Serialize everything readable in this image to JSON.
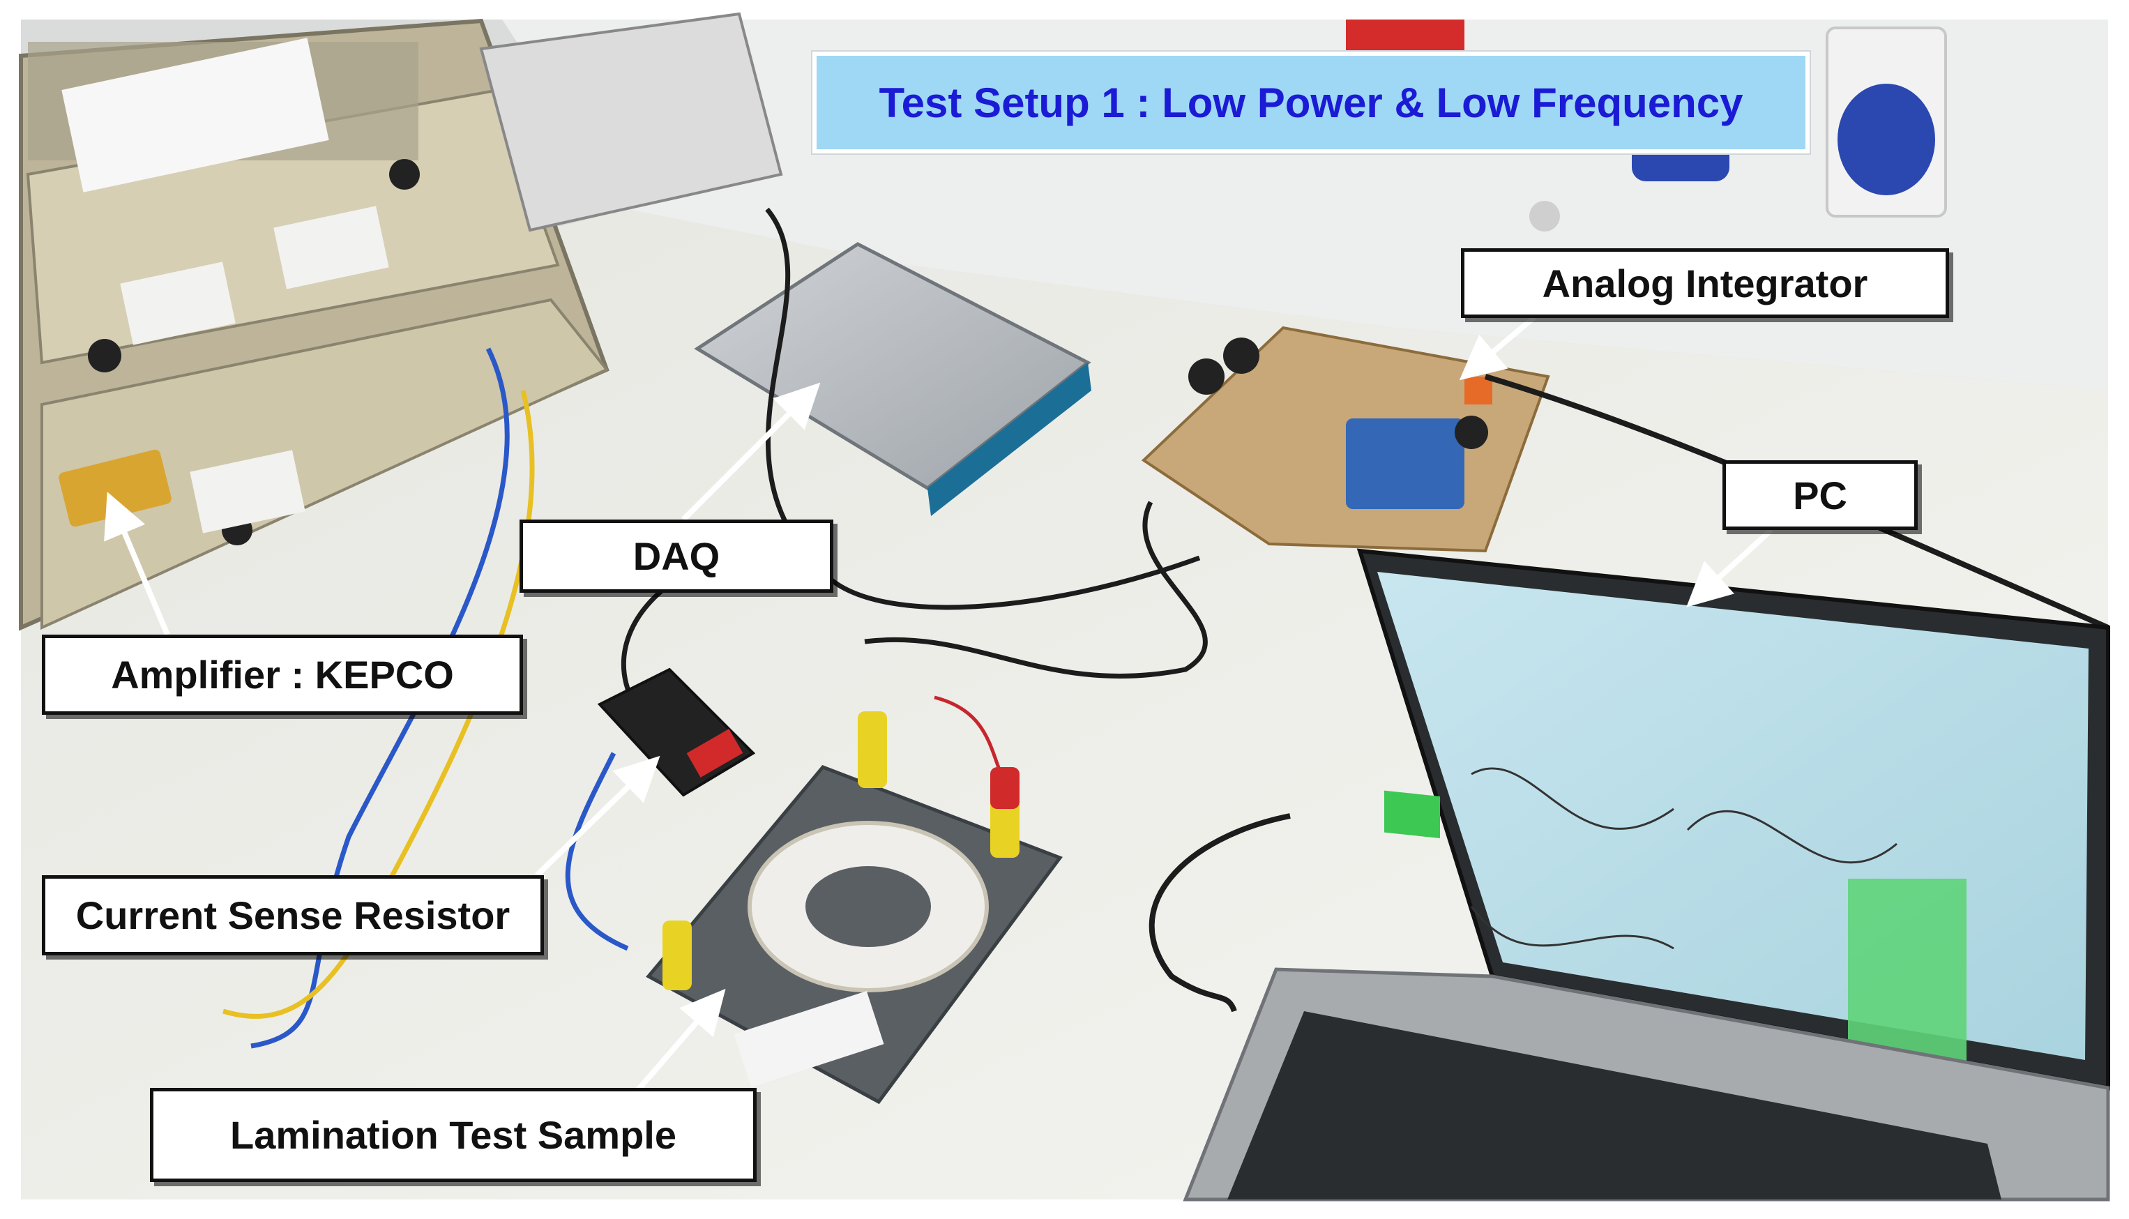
{
  "title": "Test Setup 1 : Low Power & Low Frequency",
  "labels": {
    "analog_integrator": "Analog Integrator",
    "pc": "PC",
    "daq": "DAQ",
    "amplifier": "Amplifier : KEPCO",
    "current_sense_resistor": "Current Sense Resistor",
    "lamination_test_sample": "Lamination Test Sample"
  },
  "colors": {
    "title_text": "#1b1bd6",
    "title_bg": "#9fd8f4",
    "callout_border": "#111111",
    "arrow": "#ffffff"
  }
}
